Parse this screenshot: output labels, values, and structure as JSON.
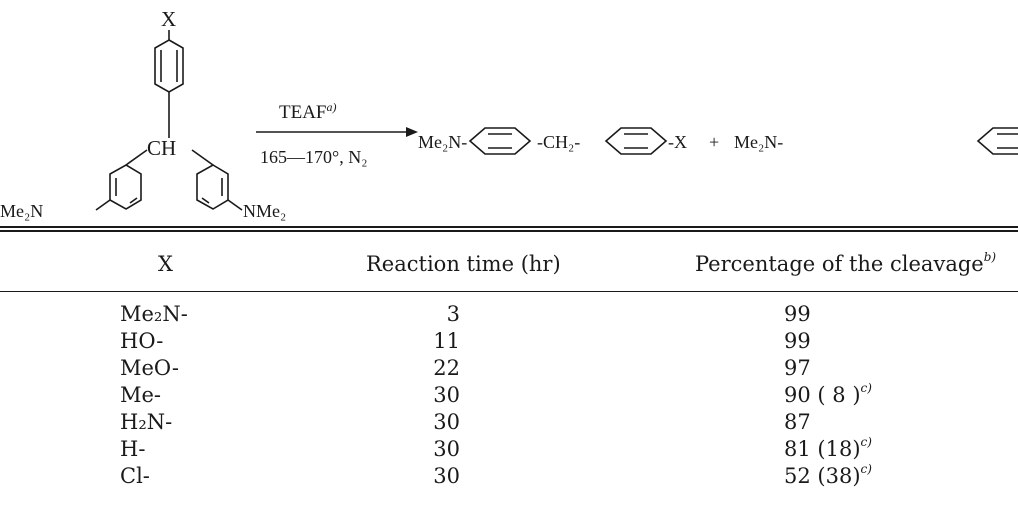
{
  "scheme": {
    "substituent_label": "X",
    "ch_label": "CH",
    "left_amine": "Me₂N",
    "right_amine": "NMe₂",
    "reagent": "TEAF",
    "reagent_note": "a)",
    "conditions": "165—170°, N₂",
    "product_amine": "Me₂N-",
    "product_bridge": "-CH₂-",
    "product_x": "-X",
    "plus": "+",
    "byproduct_amine": "Me₂N-"
  },
  "table": {
    "headers": {
      "x": "X",
      "time": "Reaction time (hr)",
      "pct": "Percentage of the cleavage",
      "pct_note": "b)"
    },
    "rows": [
      {
        "x": "Me₂N-",
        "time": "3",
        "pct": "99",
        "extra": "",
        "note": ""
      },
      {
        "x": "HO-",
        "time": "11",
        "pct": "99",
        "extra": "",
        "note": ""
      },
      {
        "x": "MeO-",
        "time": "22",
        "pct": "97",
        "extra": "",
        "note": ""
      },
      {
        "x": "Me-",
        "time": "30",
        "pct": "90",
        "extra": "( 8 )",
        "note": "c)"
      },
      {
        "x": "H₂N-",
        "time": "30",
        "pct": "87",
        "extra": "",
        "note": ""
      },
      {
        "x": "H-",
        "time": "30",
        "pct": "81",
        "extra": "(18)",
        "note": "c)"
      },
      {
        "x": "Cl-",
        "time": "30",
        "pct": "52",
        "extra": "(38)",
        "note": "c)"
      }
    ]
  }
}
